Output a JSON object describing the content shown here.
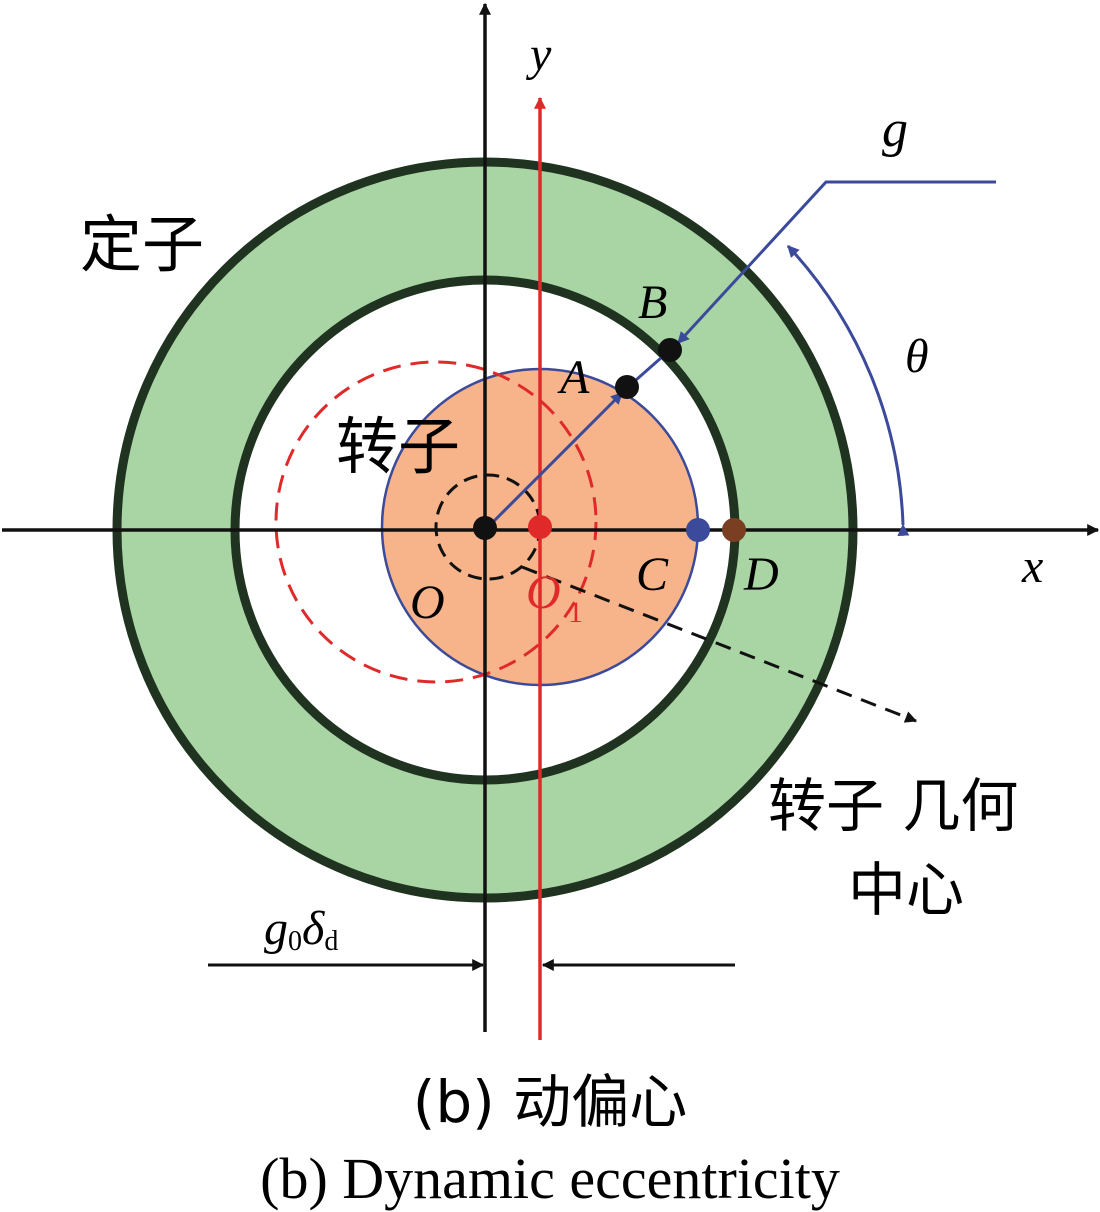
{
  "labels": {
    "y_axis": "y",
    "x_axis": "x",
    "g": "g",
    "theta": "θ",
    "stator": "定子",
    "rotor": "转子",
    "point_a": "A",
    "point_b": "B",
    "point_c": "C",
    "point_d": "D",
    "origin": "O",
    "rotor_center_base": "O",
    "rotor_center_sub": "1",
    "geometric_center_line1": "转子 几何",
    "geometric_center_line2": "中心",
    "offset_base_g": "g",
    "offset_sub_0": "0",
    "offset_delta": "δ",
    "offset_sub_d": "d"
  },
  "caption": {
    "chinese": "(b)  动偏心",
    "english": "(b)  Dynamic eccentricity"
  },
  "colors": {
    "stator": "#a8d5a3",
    "stator_edge": "#1f3320",
    "rotor": "#f7b38a",
    "rotor_edge": "#3b4a9a",
    "rotor_axis": "#e02a2a",
    "pointer": "#3b4a9a",
    "point_c": "#3b4a9a",
    "point_d": "#7a3e22",
    "axis": "#111111"
  }
}
